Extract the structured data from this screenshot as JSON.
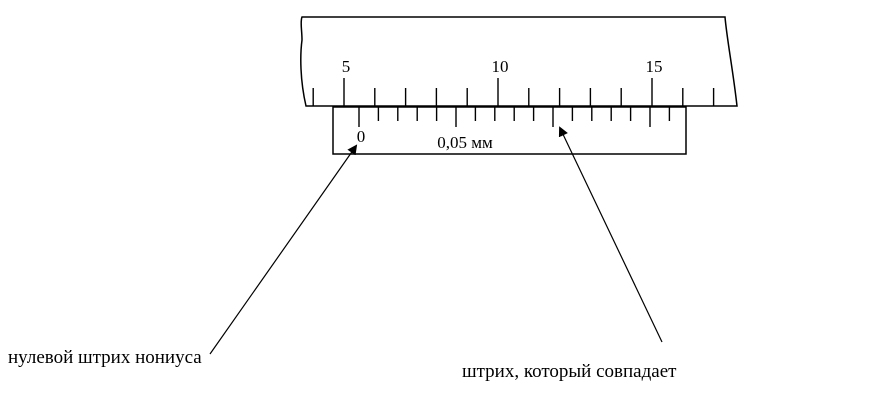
{
  "main_scale": {
    "labels": [
      {
        "value": 5,
        "text": "5"
      },
      {
        "value": 10,
        "text": "10"
      },
      {
        "value": 15,
        "text": "15"
      }
    ],
    "visible_range_mm": [
      4,
      17
    ]
  },
  "vernier": {
    "zero_label": "0",
    "resolution_label": "0,05 мм"
  },
  "annotations": {
    "zero_mark": "нулевой штрих нониуса",
    "coinciding_mark": "штрих, который совпадает"
  },
  "colors": {
    "ink": "#000000",
    "background": "#ffffff"
  }
}
